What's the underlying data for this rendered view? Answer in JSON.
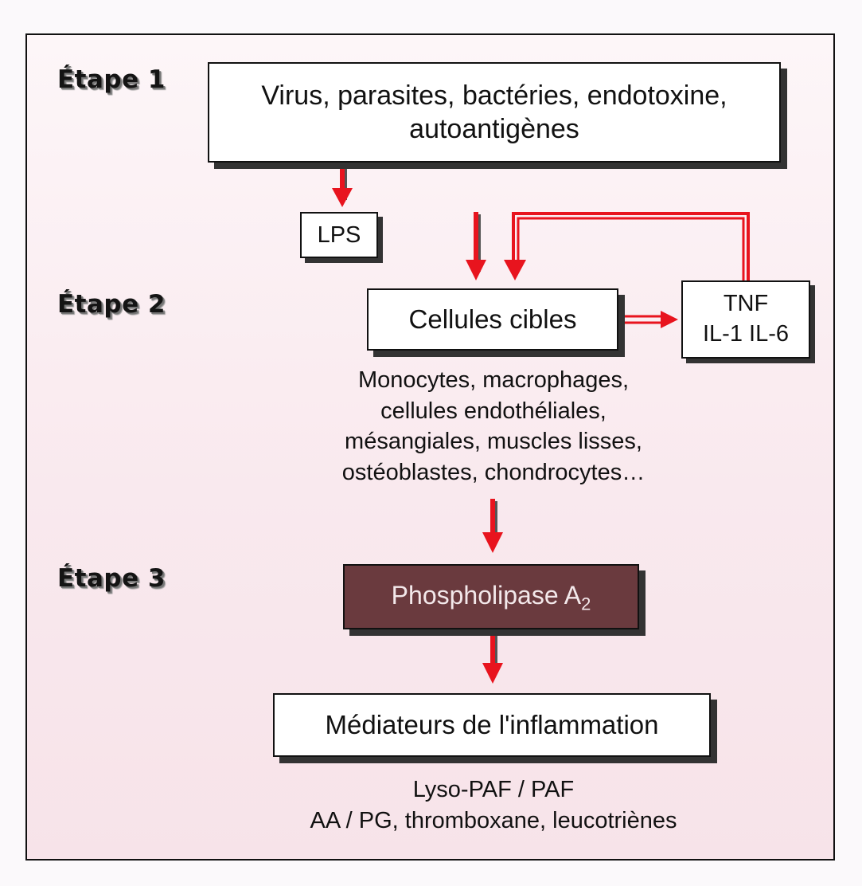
{
  "stages": {
    "stage1": "Étape 1",
    "stage2": "Étape 2",
    "stage3": "Étape 3"
  },
  "nodes": {
    "triggers_line1": "Virus, parasites, bactéries, endotoxine,",
    "triggers_line2": "autoantigènes",
    "lps": "LPS",
    "target_cells": "Cellules cibles",
    "cytokines_line1": "TNF",
    "cytokines_line2": "IL-1 IL-6",
    "phospholipase_prefix": "Phospholipase A",
    "phospholipase_subscript": "2",
    "mediators": "Médiateurs de l'inflammation"
  },
  "captions": {
    "cell_types": [
      "Monocytes, macrophages,",
      "cellules endothéliales,",
      "mésangiales, muscles lisses,",
      "ostéoblastes, chondrocytes…"
    ],
    "mediator_types": [
      "Lyso-PAF / PAF",
      "AA / PG, thromboxane, leucotriènes"
    ]
  },
  "colors": {
    "arrow": "#e8141e",
    "phospholipase_fill": "#6a3a3e"
  }
}
